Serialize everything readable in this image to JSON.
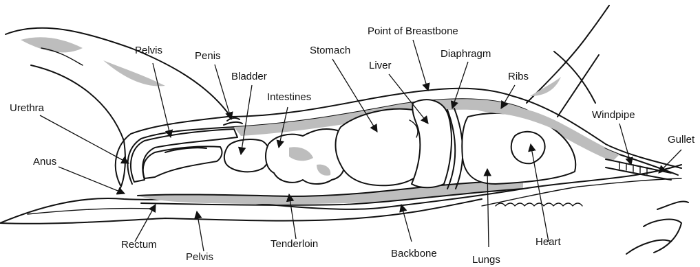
{
  "labels": {
    "pelvis_top": "Pelvis",
    "penis": "Penis",
    "bladder": "Bladder",
    "intestines": "Intestines",
    "stomach": "Stomach",
    "point_of_breastbone": "Point of Breastbone",
    "liver": "Liver",
    "diaphragm": "Diaphragm",
    "ribs": "Ribs",
    "windpipe": "Windpipe",
    "gullet": "Gullet",
    "urethra": "Urethra",
    "anus": "Anus",
    "rectum": "Rectum",
    "pelvis_bottom": "Pelvis",
    "tenderloin": "Tenderloin",
    "backbone": "Backbone",
    "lungs": "Lungs",
    "heart": "Heart"
  }
}
